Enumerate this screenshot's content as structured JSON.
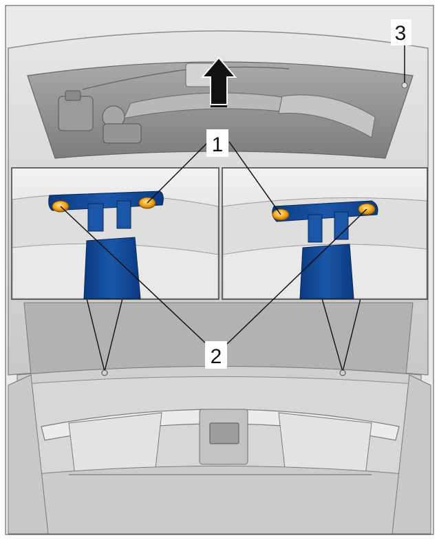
{
  "diagram": {
    "callouts": [
      {
        "id": "callout-1",
        "label": "1"
      },
      {
        "id": "callout-2",
        "label": "2"
      },
      {
        "id": "callout-3",
        "label": "3"
      }
    ],
    "colors": {
      "bracket": "#0e3f8c",
      "bracket_light": "#2f67b6",
      "fastener": "#f0a319",
      "body_gray": "#d9d9d9",
      "dark_gray": "#8a8a8a",
      "outline": "#555555"
    },
    "direction_arrow": "up-arrow-icon"
  }
}
